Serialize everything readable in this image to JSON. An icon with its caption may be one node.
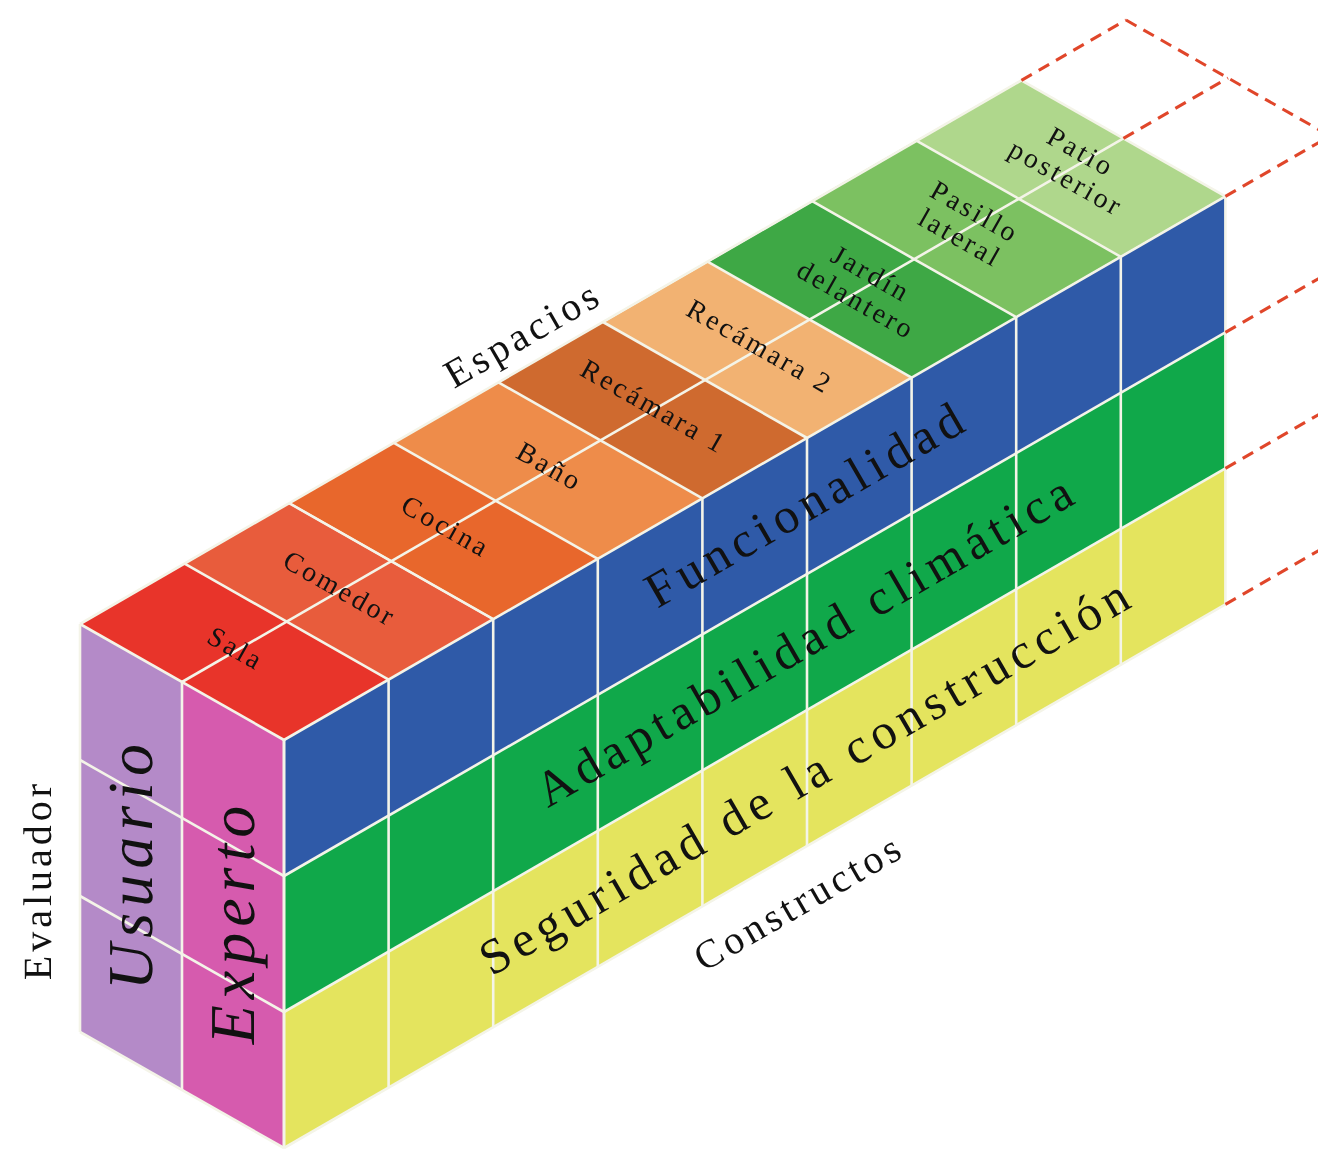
{
  "diagram": {
    "nodes": [
      {
        "text": [
          "Sala"
        ]
      },
      {
        "text": [
          "Comedor"
        ]
      },
      {
        "text": [
          "Cocina"
        ]
      },
      {
        "text": [
          "Baño"
        ]
      },
      {
        "text": [
          "Recámara 1"
        ]
      },
      {
        "text": [
          "Recámara 2"
        ]
      },
      {
        "text": [
          "Jardín delantero"
        ]
      },
      {
        "text": [
          "Pasillo lateral"
        ]
      },
      {
        "text": [
          "Patio posterior"
        ]
      },
      {
        "text": [
          "Funcionalidad"
        ]
      },
      {
        "text": [
          "Adaptabilidad climática"
        ]
      },
      {
        "text": [
          "Seguridad de la construcción"
        ]
      },
      {
        "text": [
          "Usuario"
        ]
      },
      {
        "text": [
          "Experto"
        ]
      }
    ],
    "labels": [
      "Espacios",
      "Evaluador",
      "Constructos"
    ]
  }
}
